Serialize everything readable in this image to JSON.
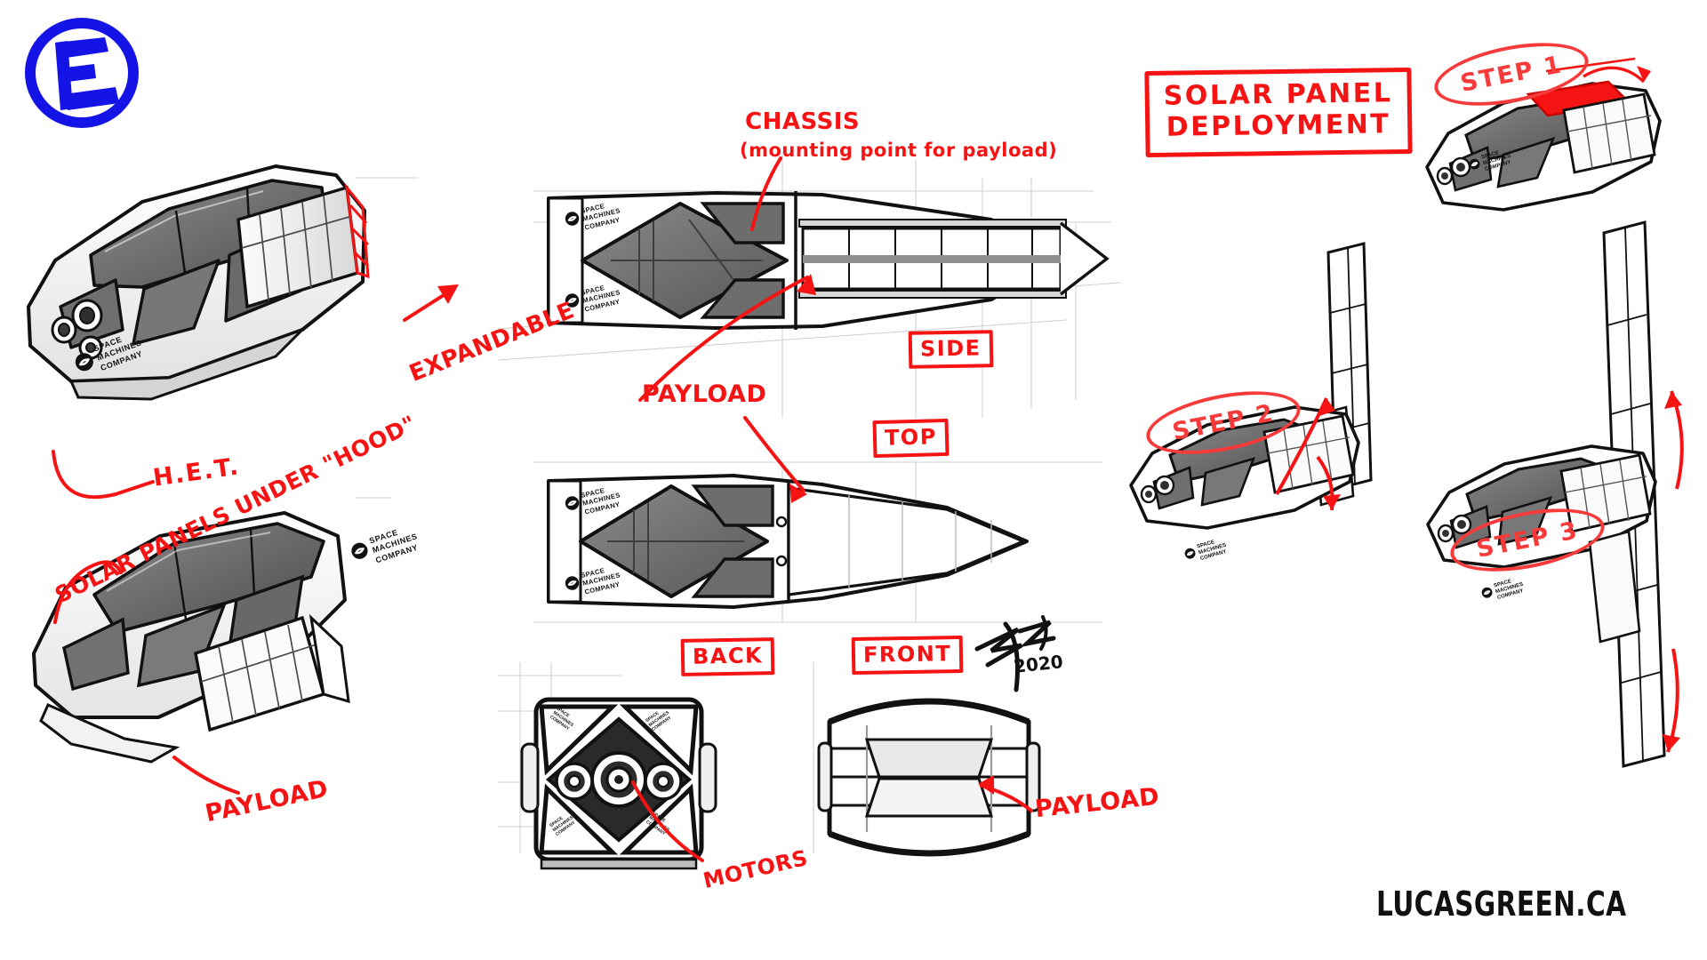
{
  "sheet": {
    "title": "Spacecraft Concept Sheet",
    "background_color": "#ffffff",
    "annotation_color": "#f51313",
    "step_color": "#f73b3b",
    "ink_color": "#111111",
    "logo_color": "#1414e6"
  },
  "logo": {
    "name": "e-circle-logo",
    "letter": "E"
  },
  "title_plate": {
    "line1": "SOLAR PANEL",
    "line2": "DEPLOYMENT"
  },
  "annotations": [
    {
      "id": "expandable",
      "text": "EXPANDABLE"
    },
    {
      "id": "het",
      "text": "H.E.T."
    },
    {
      "id": "solar-under-hood",
      "text": "SOLAR PANELS UNDER \"HOOD\""
    },
    {
      "id": "payload-left",
      "text": "PAYLOAD"
    },
    {
      "id": "chassis",
      "text": "CHASSIS"
    },
    {
      "id": "chassis-sub",
      "text": "(mounting point for payload)"
    },
    {
      "id": "payload-mid",
      "text": "PAYLOAD"
    },
    {
      "id": "motors",
      "text": "MOTORS"
    },
    {
      "id": "payload-front",
      "text": "PAYLOAD"
    }
  ],
  "view_labels": [
    {
      "id": "side",
      "text": "SIDE"
    },
    {
      "id": "top",
      "text": "TOP"
    },
    {
      "id": "back",
      "text": "BACK"
    },
    {
      "id": "front",
      "text": "FRONT"
    }
  ],
  "steps": [
    {
      "id": "step-1",
      "text": "STEP 1"
    },
    {
      "id": "step-2",
      "text": "STEP 2"
    },
    {
      "id": "step-3",
      "text": "STEP 3"
    }
  ],
  "decal": {
    "line1": "SPACE",
    "line2": "MACHINES",
    "line3": "COMPANY"
  },
  "signature": {
    "year": "2020"
  },
  "watermark": {
    "text": "LUCASGREEN.CA"
  }
}
